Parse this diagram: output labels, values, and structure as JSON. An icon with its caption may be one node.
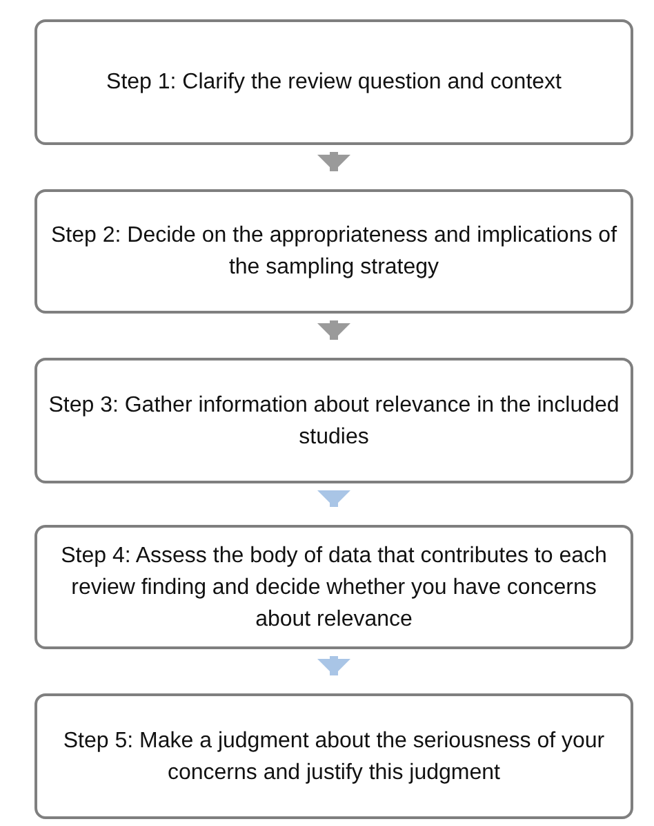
{
  "diagram": {
    "nodes": [
      {
        "text": [
          "Step 1: Clarify the review question and context"
        ]
      },
      {
        "text": [
          "Step 2: Decide on the appropriateness and implications of the sampling strategy"
        ]
      },
      {
        "text": [
          "Step 3: Gather information about relevance in the included studies"
        ]
      },
      {
        "text": [
          "Step 4: Assess the body of data that contributes to each review finding and decide whether you have concerns about relevance"
        ]
      },
      {
        "text": [
          "Step 5: Make a judgment about the seriousness of your concerns and justify this judgment"
        ]
      }
    ],
    "edges": [
      {
        "from": 0,
        "to": 1,
        "arrow": "to"
      },
      {
        "from": 1,
        "to": 2,
        "arrow": "to"
      },
      {
        "from": 2,
        "to": 3,
        "arrow": "to",
        "color": "#a9c5e6"
      },
      {
        "from": 3,
        "to": 4,
        "arrow": "to",
        "color": "#a9c5e6"
      }
    ]
  }
}
